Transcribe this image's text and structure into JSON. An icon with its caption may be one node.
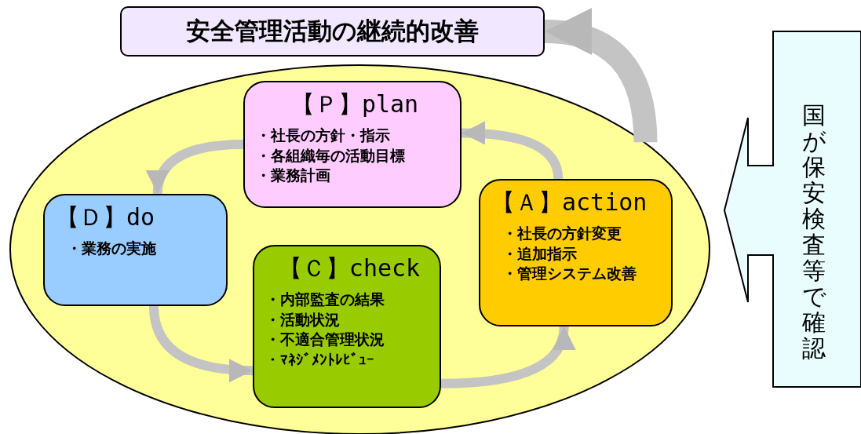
{
  "diagram": {
    "nodes": [
      {
        "text": [
          "安全管理活動の継続的改善"
        ]
      },
      {
        "text": [],
        "shape": "ellipse"
      },
      {
        "text": [
          "【Ｐ】plan",
          "・社長の方針・指示",
          "・各組織毎の活動目標",
          "・業務計画"
        ],
        "in": 1
      },
      {
        "text": [
          "【Ｄ】do",
          "・業務の実施"
        ],
        "in": 1
      },
      {
        "text": [
          "【Ｃ】check",
          "・内部監査の結果",
          "・活動状況",
          "・不適合管理状況",
          "・ﾏﾈｼﾞﾒﾝﾄﾚﾋﾞｭｰ"
        ],
        "in": 1
      },
      {
        "text": [
          "【Ａ】action",
          "・社長の方針変更",
          "・追加指示",
          "・管理システム改善"
        ],
        "in": 1
      },
      {
        "text": [
          "国が保安検査等で確認"
        ]
      }
    ],
    "edges": [
      {
        "from": 2,
        "to": 3,
        "arrow": "to"
      },
      {
        "from": 3,
        "to": 4,
        "arrow": "to"
      },
      {
        "from": 4,
        "to": 5,
        "arrow": "to"
      },
      {
        "from": 5,
        "to": 2,
        "arrow": "to"
      },
      {
        "from": 1,
        "to": 0,
        "arrow": "to",
        "style": "thick"
      }
    ]
  }
}
